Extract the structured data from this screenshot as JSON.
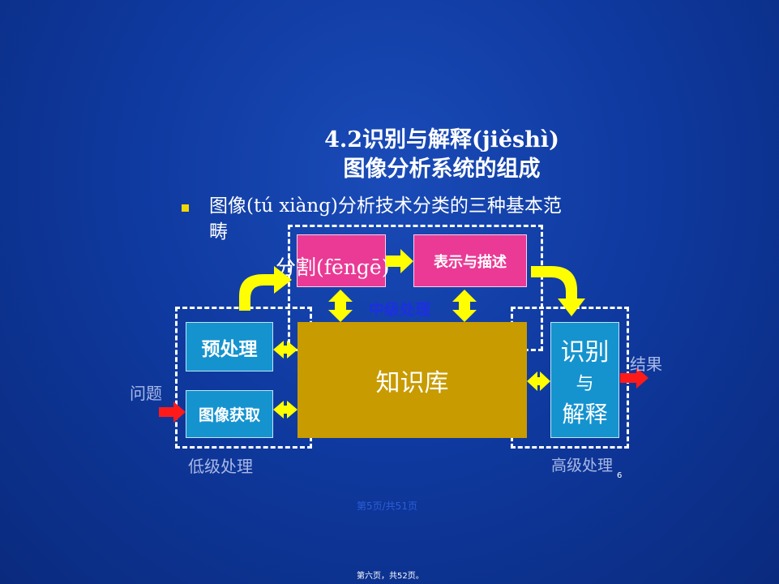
{
  "title": {
    "line1": "4.2识别与解释(jiěshì)",
    "line2": "图像分析系统的组成"
  },
  "bullet": {
    "text": "图像(tú xiàng)分析技术分类的三种基本范畴"
  },
  "diagram": {
    "segmentation": "分割(fēngē)",
    "representation": "表示与描述",
    "middle_label": "中级处理",
    "preprocess": "预处理",
    "acquisition": "图像获取",
    "knowledge_base": "知识库",
    "recognition": [
      "识别",
      "与",
      "解释"
    ],
    "low_label": "低级处理",
    "high_label": "高级处理",
    "input_label": "问题",
    "output_label": "结果"
  },
  "footer": {
    "slide_number": "6",
    "page_indicator": "第5页/共51页",
    "bottom": "第六页，共52页。"
  },
  "colors": {
    "cyan": "#1593cf",
    "pink": "#ea3a95",
    "gold": "#c89b00",
    "arrow_yellow": "#ffff00",
    "arrow_red": "#ff1a1a"
  }
}
